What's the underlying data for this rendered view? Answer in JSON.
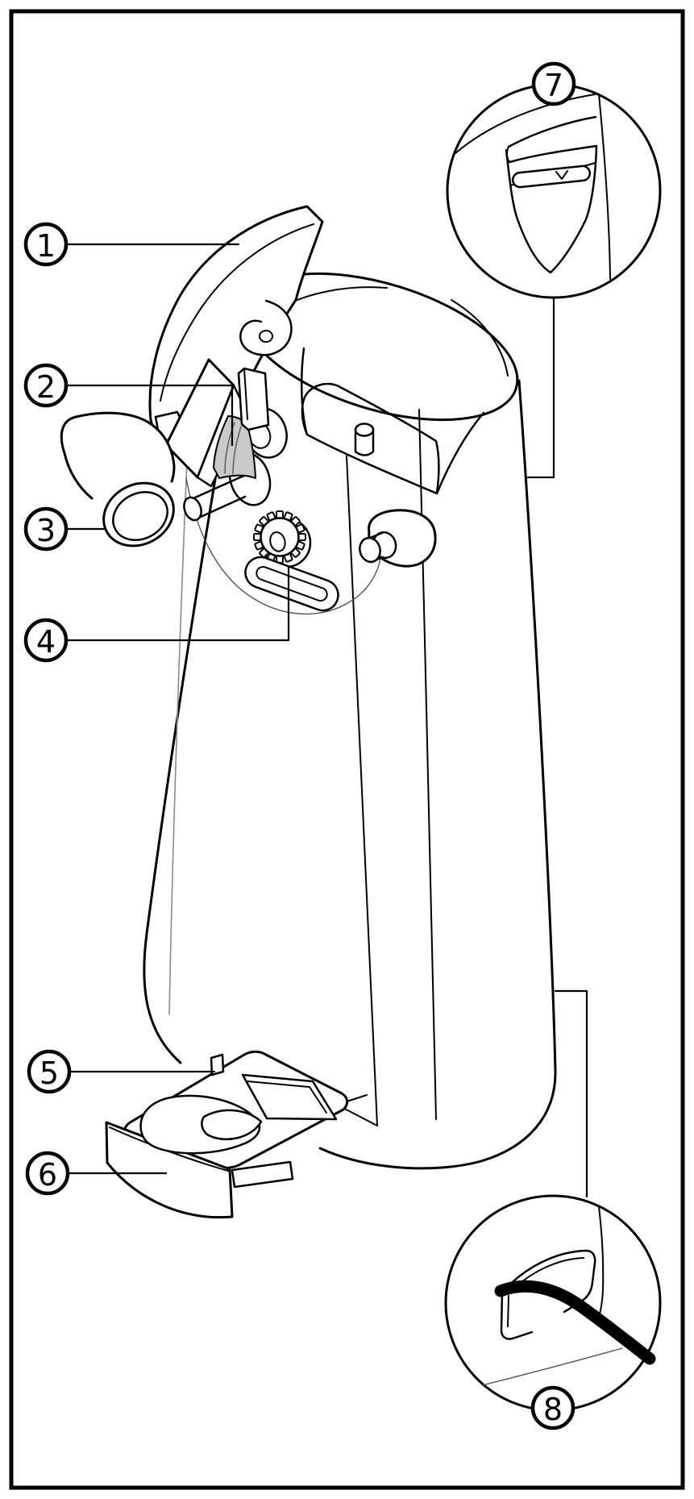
{
  "page": {
    "background": "#ffffff",
    "border_color": "#000000"
  },
  "diagram": {
    "kind": "numbered parts line-drawing",
    "line_color": "#000000",
    "blade_fill": "#c9c9c9",
    "callouts": [
      {
        "label": "1",
        "target": "lid-lever"
      },
      {
        "label": "2",
        "target": "cutting-blade"
      },
      {
        "label": "3",
        "target": "magnet-holder"
      },
      {
        "label": "4",
        "target": "drive-wheel"
      },
      {
        "label": "5",
        "target": "tray-peg"
      },
      {
        "label": "6",
        "target": "drawer-front"
      },
      {
        "label": "7",
        "target": "top-release-detail"
      },
      {
        "label": "8",
        "target": "cord-storage-detail"
      }
    ]
  }
}
